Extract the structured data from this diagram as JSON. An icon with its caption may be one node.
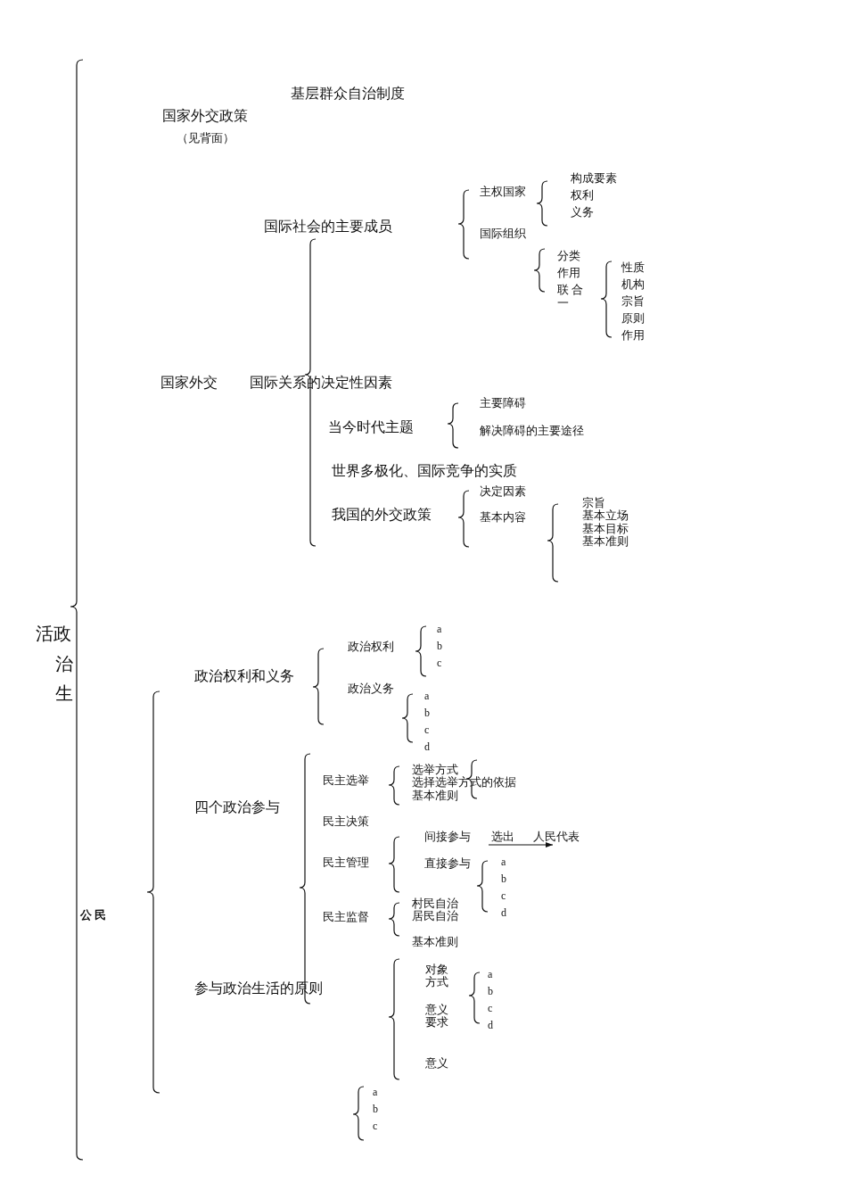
{
  "diagram": {
    "nodes": [
      {
        "text": [
          "选出"
        ]
      },
      {
        "text": [
          "人民代表"
        ]
      }
    ],
    "edges": [
      {
        "from": 0,
        "to": 1,
        "arrow": "to"
      }
    ],
    "labels": [
      "基层群众自治制度",
      "国家外交政策",
      "（见背面）",
      "构成要素",
      "主权国家",
      "权利",
      "义务",
      "国际社会的主要成员",
      "国际组织",
      "分类",
      "性质",
      "作用",
      "机构",
      "联 合",
      "宗旨",
      "一",
      "原则",
      "作用",
      "国家外交",
      "国际关系的决定性因素",
      "主要障碍",
      "当今时代主题",
      "解决障碍的主要途径",
      "世界多极化、国际竞争的实质",
      "决定因素",
      "宗旨",
      "我国的外交政策",
      "基本内容",
      "基本立场",
      "基本目标",
      "基本准则",
      "a",
      "活政",
      "政治权利",
      "b",
      "治",
      "c",
      "政治权利和义务",
      "政治义务",
      "生",
      "a",
      "b",
      "c",
      "d",
      "选举方式",
      "民主选举",
      "选择选举方式的依据",
      "基本准则",
      "四个政治参与",
      "民主决策",
      "间接参与",
      "民主管理",
      "a",
      "直接参与",
      "b",
      "c",
      "村民自治",
      "d",
      "公 民",
      "民主监督",
      "居民自治",
      "基本准则",
      "对象",
      "a",
      "方式",
      "参与政治生活的原则",
      "b",
      "c",
      "意义",
      "要求",
      "d",
      "意义",
      "a",
      "b",
      "c"
    ]
  }
}
